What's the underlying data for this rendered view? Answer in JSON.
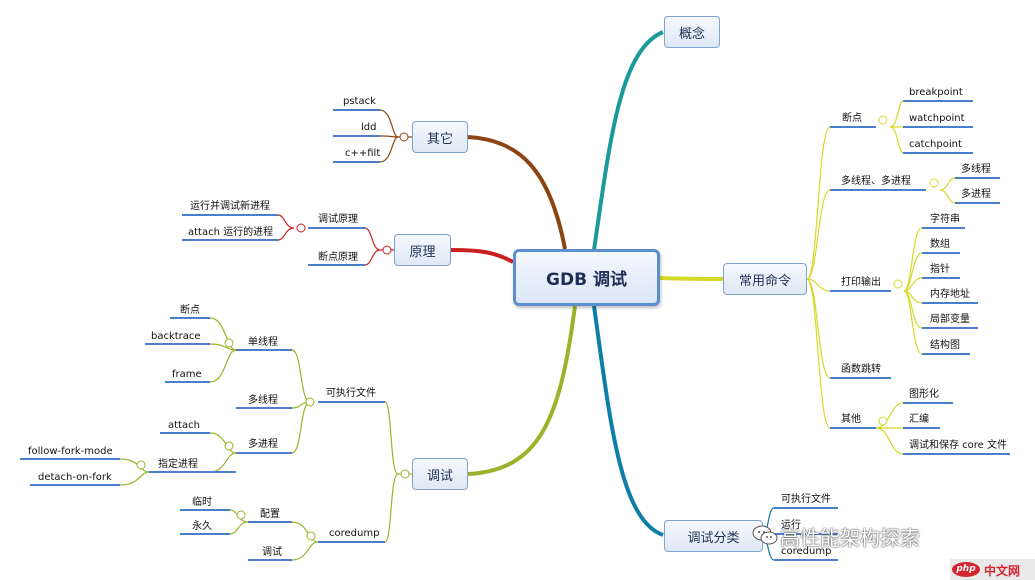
{
  "root": {
    "label": "GDB 调试"
  },
  "topics": {
    "concept": "概念",
    "common_cmds": "常用命令",
    "debug_types": "调试分类",
    "debug": "调试",
    "principle": "原理",
    "others": "其它"
  },
  "others": {
    "pstack": "pstack",
    "ldd": "ldd",
    "cppfilt": "c++filt"
  },
  "principle": {
    "debug_principle": "调试原理",
    "run_new": "运行并调试新进程",
    "attach_running": "attach 运行的进程",
    "breakpoint_principle": "断点原理"
  },
  "debug": {
    "executable": "可执行文件",
    "single_thread": "单线程",
    "st_breakpoint": "断点",
    "st_backtrace": "backtrace",
    "st_frame": "frame",
    "multi_thread": "多线程",
    "multi_process": "多进程",
    "mp_attach": "attach",
    "mp_specify": "指定进程",
    "follow_fork_mode": "follow-fork-mode",
    "detach_on_fork": "detach-on-fork",
    "coredump": "coredump",
    "config": "配置",
    "temporary": "临时",
    "permanent": "永久",
    "debugging": "调试"
  },
  "commands": {
    "breakpoint": "断点",
    "bp_break": "breakpoint",
    "bp_watch": "watchpoint",
    "bp_catch": "catchpoint",
    "multi": "多线程、多进程",
    "multi_thread": "多线程",
    "multi_process": "多进程",
    "print_output": "打印输出",
    "p_string": "字符串",
    "p_array": "数组",
    "p_pointer": "指针",
    "p_memory": "内存地址",
    "p_local": "局部变量",
    "p_struct": "结构图",
    "func_jump": "函数跳转",
    "other": "其他",
    "o_graphical": "图形化",
    "o_assembly": "汇编",
    "o_core": "调试和保存 core 文件"
  },
  "debug_types": {
    "executable": "可执行文件",
    "running": "运行",
    "coredump": "coredump"
  },
  "watermark": {
    "text": "高性能架构探索"
  },
  "logo": {
    "php": "php",
    "cn": "中文网"
  },
  "colors": {
    "concept": "#1a9a9a",
    "common_cmds": "#d8d82a",
    "debug_types": "#0f7fa8",
    "debug": "#9bb32a",
    "principle": "#cc2020",
    "others": "#8b4513",
    "node_border": "#5b8fd0",
    "label_underline": "#4a7fd0"
  }
}
